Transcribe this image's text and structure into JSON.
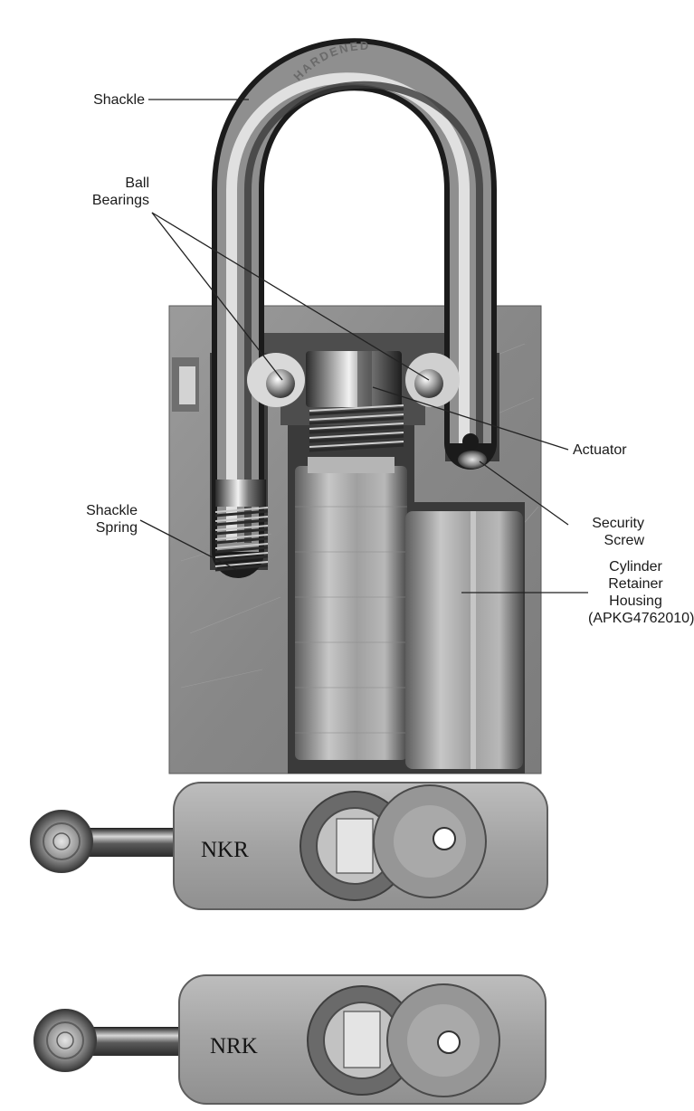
{
  "figure": {
    "stamp_text": "HARDENED",
    "labels": {
      "shackle": "Shackle",
      "ball_bearings": [
        "Ball",
        "Bearings"
      ],
      "actuator": "Actuator",
      "security_screw": [
        "Security",
        "Screw"
      ],
      "shackle_spring": [
        "Shackle",
        "Spring"
      ],
      "cylinder_retainer_housing": [
        "Cylinder",
        "Retainer",
        "Housing",
        "(APKG4762010)"
      ]
    },
    "views": [
      {
        "engraving": "NKR"
      },
      {
        "engraving": "NRK"
      }
    ]
  },
  "colors": {
    "body_metal": "#8c8c8c",
    "chrome": "#bfbfbf",
    "leader_line": "#222222",
    "label_text": "#1a1a1a"
  }
}
